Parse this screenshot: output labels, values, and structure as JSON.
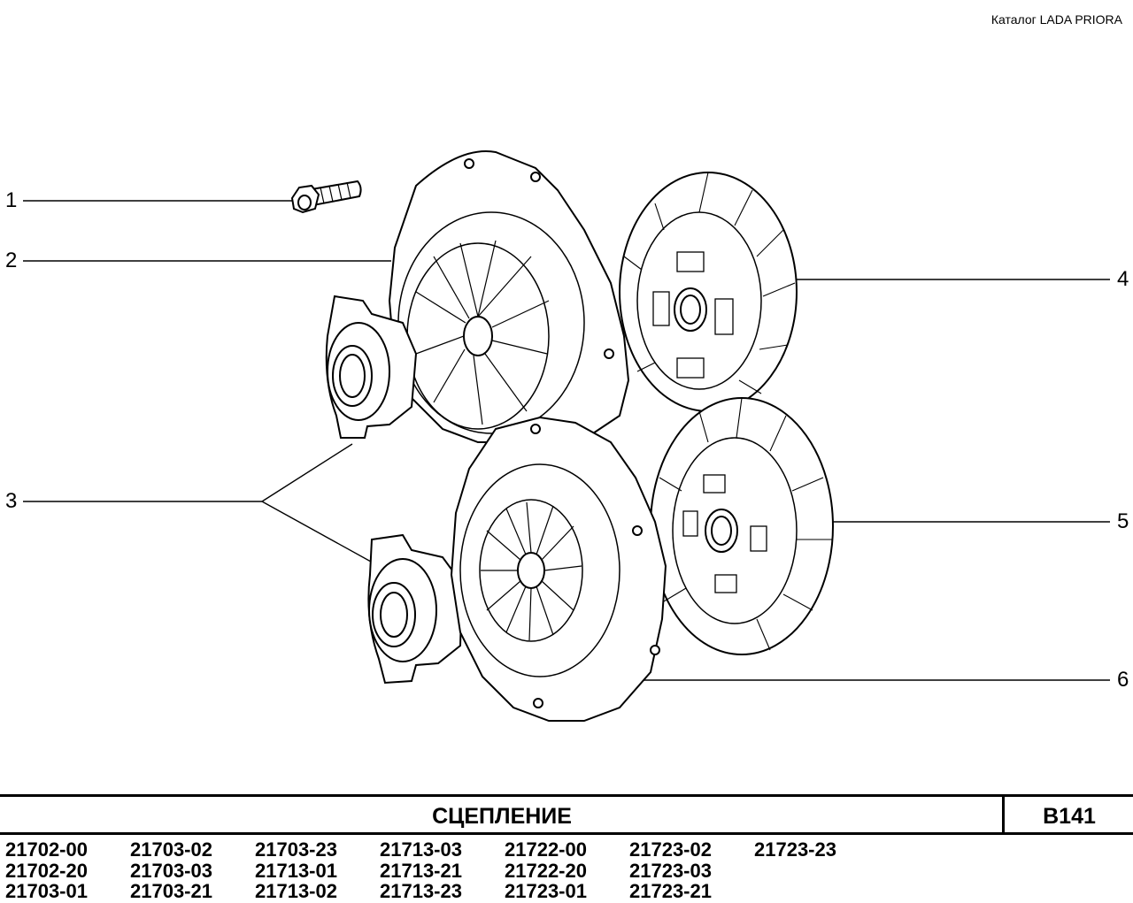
{
  "header": {
    "catalog_title": "Каталог  LADA  PRIORA"
  },
  "callouts": [
    "1",
    "2",
    "3",
    "4",
    "5",
    "6"
  ],
  "footer": {
    "section_title": "СЦЕПЛЕНИЕ",
    "page_code": "B141",
    "models": [
      [
        "21702-00",
        "21702-20",
        "21703-01"
      ],
      [
        "21703-02",
        "21703-03",
        "21703-21"
      ],
      [
        "21703-23",
        "21713-01",
        "21713-02"
      ],
      [
        "21713-03",
        "21713-21",
        "21713-23"
      ],
      [
        "21722-00",
        "21722-20",
        "21723-01"
      ],
      [
        "21723-02",
        "21723-03",
        "21723-21"
      ],
      [
        "21723-23"
      ]
    ]
  }
}
